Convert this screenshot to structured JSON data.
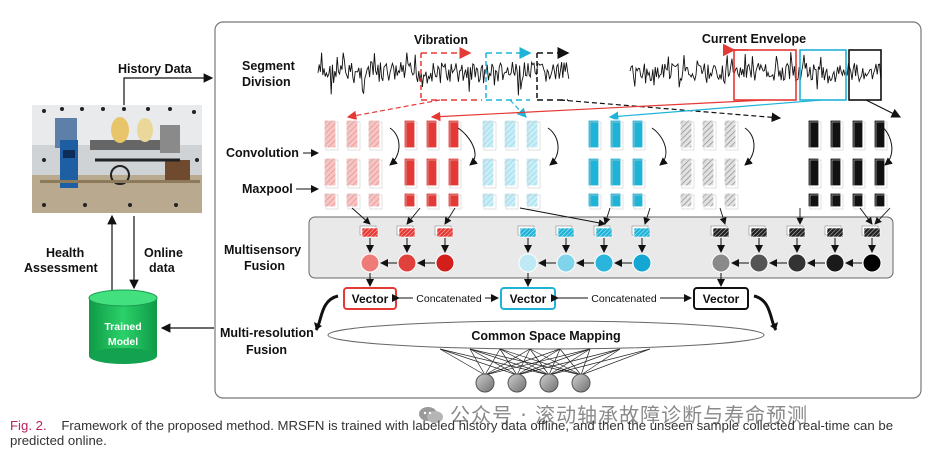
{
  "labels": {
    "history_data": "History Data",
    "segment_division_1": "Segment",
    "segment_division_2": "Division",
    "vibration": "Vibration",
    "current_envelope": "Current Envelope",
    "convolution": "Convolution",
    "maxpool": "Maxpool",
    "multisensory_1": "Multisensory",
    "multisensory_2": "Fusion",
    "multiresolution_1": "Multi-resolution",
    "multiresolution_2": "Fusion",
    "vector": "Vector",
    "concatenated": "Concatenated",
    "common_space_mapping": "Common Space Mapping",
    "health_assessment_1": "Health",
    "health_assessment_2": "Assessment",
    "online_data_1": "Online",
    "online_data_2": "data",
    "trained_model_1": "Trained",
    "trained_model_2": "Model"
  },
  "colors": {
    "red": "#e53935",
    "cyan": "#1fb3d8",
    "black": "#111111",
    "green": "#1db954"
  },
  "caption": {
    "fig_label": "Fig. 2.",
    "text": "Framework of the proposed method. MRSFN is trained with labeled history data offline, and then the unseen sample collected real-time can be predicted online."
  },
  "watermark": "公众号 · 滚动轴承故障诊断与寿命预测"
}
